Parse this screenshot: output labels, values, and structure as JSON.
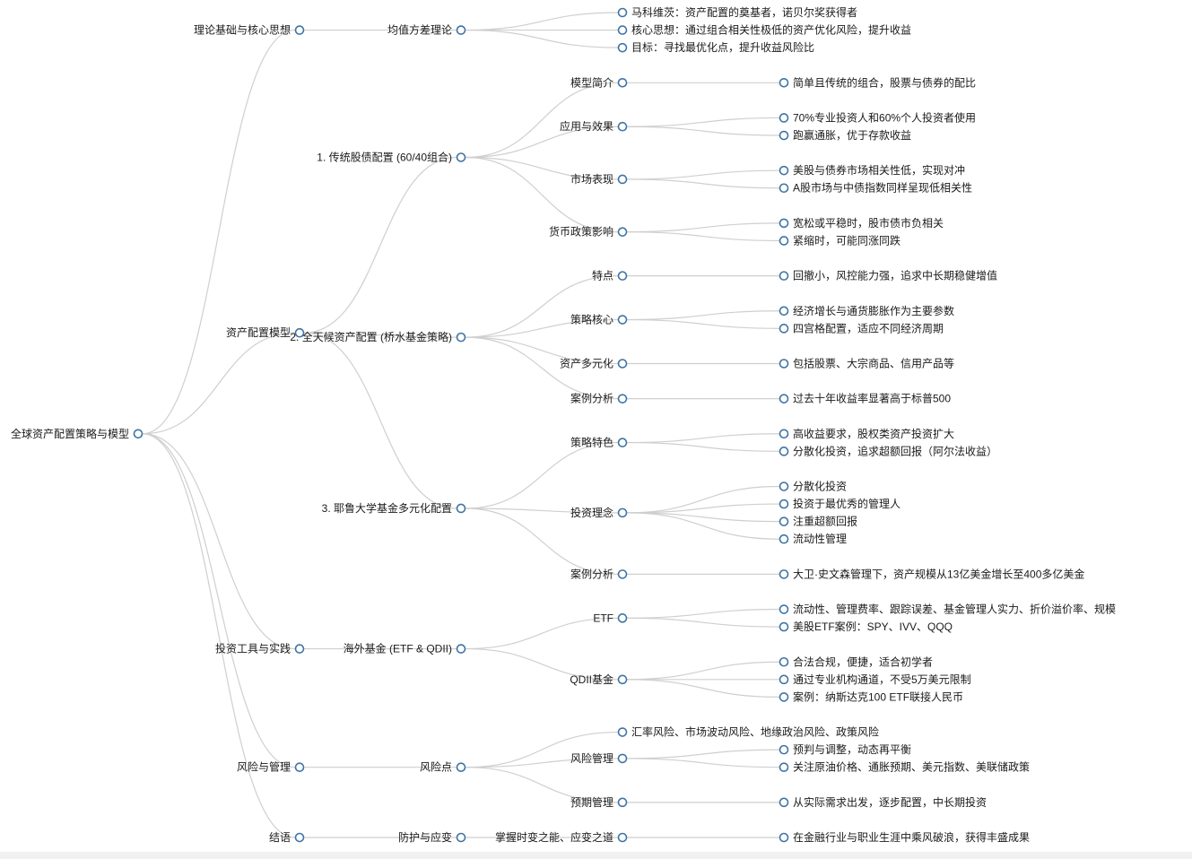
{
  "mindmap": {
    "root": {
      "label": "全球资产配置策略与模型",
      "children": [
        {
          "label": "理论基础与核心思想",
          "children": [
            {
              "label": "均值方差理论",
              "children": [
                {
                  "label": "马科维茨：资产配置的奠基者，诺贝尔奖获得者"
                },
                {
                  "label": "核心思想：通过组合相关性极低的资产优化风险，提升收益"
                },
                {
                  "label": "目标：寻找最优化点，提升收益风险比"
                }
              ]
            }
          ]
        },
        {
          "label": "资产配置模型",
          "children": [
            {
              "label": "1. 传统股债配置 (60/40组合)",
              "children": [
                {
                  "label": "模型简介",
                  "children": [
                    {
                      "label": "简单且传统的组合，股票与债券的配比"
                    }
                  ]
                },
                {
                  "label": "应用与效果",
                  "children": [
                    {
                      "label": "70%专业投资人和60%个人投资者使用"
                    },
                    {
                      "label": "跑赢通胀，优于存款收益"
                    }
                  ]
                },
                {
                  "label": "市场表现",
                  "children": [
                    {
                      "label": "美股与债券市场相关性低，实现对冲"
                    },
                    {
                      "label": "A股市场与中债指数同样呈现低相关性"
                    }
                  ]
                },
                {
                  "label": "货币政策影响",
                  "children": [
                    {
                      "label": "宽松或平稳时，股市债市负相关"
                    },
                    {
                      "label": "紧缩时，可能同涨同跌"
                    }
                  ]
                }
              ]
            },
            {
              "label": "2. 全天候资产配置 (桥水基金策略)",
              "children": [
                {
                  "label": "特点",
                  "children": [
                    {
                      "label": "回撤小，风控能力强，追求中长期稳健增值"
                    }
                  ]
                },
                {
                  "label": "策略核心",
                  "children": [
                    {
                      "label": "经济增长与通货膨胀作为主要参数"
                    },
                    {
                      "label": "四宫格配置，适应不同经济周期"
                    }
                  ]
                },
                {
                  "label": "资产多元化",
                  "children": [
                    {
                      "label": "包括股票、大宗商品、信用产品等"
                    }
                  ]
                },
                {
                  "label": "案例分析",
                  "children": [
                    {
                      "label": "过去十年收益率显著高于标普500"
                    }
                  ]
                }
              ]
            },
            {
              "label": "3. 耶鲁大学基金多元化配置",
              "children": [
                {
                  "label": "策略特色",
                  "children": [
                    {
                      "label": "高收益要求，股权类资产投资扩大"
                    },
                    {
                      "label": "分散化投资，追求超额回报（阿尔法收益）"
                    }
                  ]
                },
                {
                  "label": "投资理念",
                  "children": [
                    {
                      "label": "分散化投资"
                    },
                    {
                      "label": "投资于最优秀的管理人"
                    },
                    {
                      "label": "注重超额回报"
                    },
                    {
                      "label": "流动性管理"
                    }
                  ]
                },
                {
                  "label": "案例分析",
                  "children": [
                    {
                      "label": "大卫·史文森管理下，资产规模从13亿美金增长至400多亿美金"
                    }
                  ]
                }
              ]
            }
          ]
        },
        {
          "label": "投资工具与实践",
          "children": [
            {
              "label": "海外基金 (ETF & QDII)",
              "children": [
                {
                  "label": "ETF",
                  "children": [
                    {
                      "label": "流动性、管理费率、跟踪误差、基金管理人实力、折价溢价率、规模"
                    },
                    {
                      "label": "美股ETF案例：SPY、IVV、QQQ"
                    }
                  ]
                },
                {
                  "label": "QDII基金",
                  "children": [
                    {
                      "label": "合法合规，便捷，适合初学者"
                    },
                    {
                      "label": "通过专业机构通道，不受5万美元限制"
                    },
                    {
                      "label": "案例：纳斯达克100 ETF联接人民币"
                    }
                  ]
                }
              ]
            }
          ]
        },
        {
          "label": "风险与管理",
          "children": [
            {
              "label": "风险点",
              "children": [
                {
                  "label": "汇率风险、市场波动风险、地缘政治风险、政策风险"
                },
                {
                  "label": "风险管理",
                  "children": [
                    {
                      "label": "预判与调整，动态再平衡"
                    },
                    {
                      "label": "关注原油价格、通胀预期、美元指数、美联储政策"
                    }
                  ]
                },
                {
                  "label": "预期管理",
                  "children": [
                    {
                      "label": "从实际需求出发，逐步配置，中长期投资"
                    }
                  ]
                }
              ]
            }
          ]
        },
        {
          "label": "结语",
          "children": [
            {
              "label": "防护与应变",
              "children": [
                {
                  "label": "掌握时变之能、应变之道",
                  "children": [
                    {
                      "label": "在金融行业与职业生涯中乘风破浪，获得丰盛成果"
                    }
                  ]
                }
              ]
            }
          ]
        }
      ]
    }
  }
}
